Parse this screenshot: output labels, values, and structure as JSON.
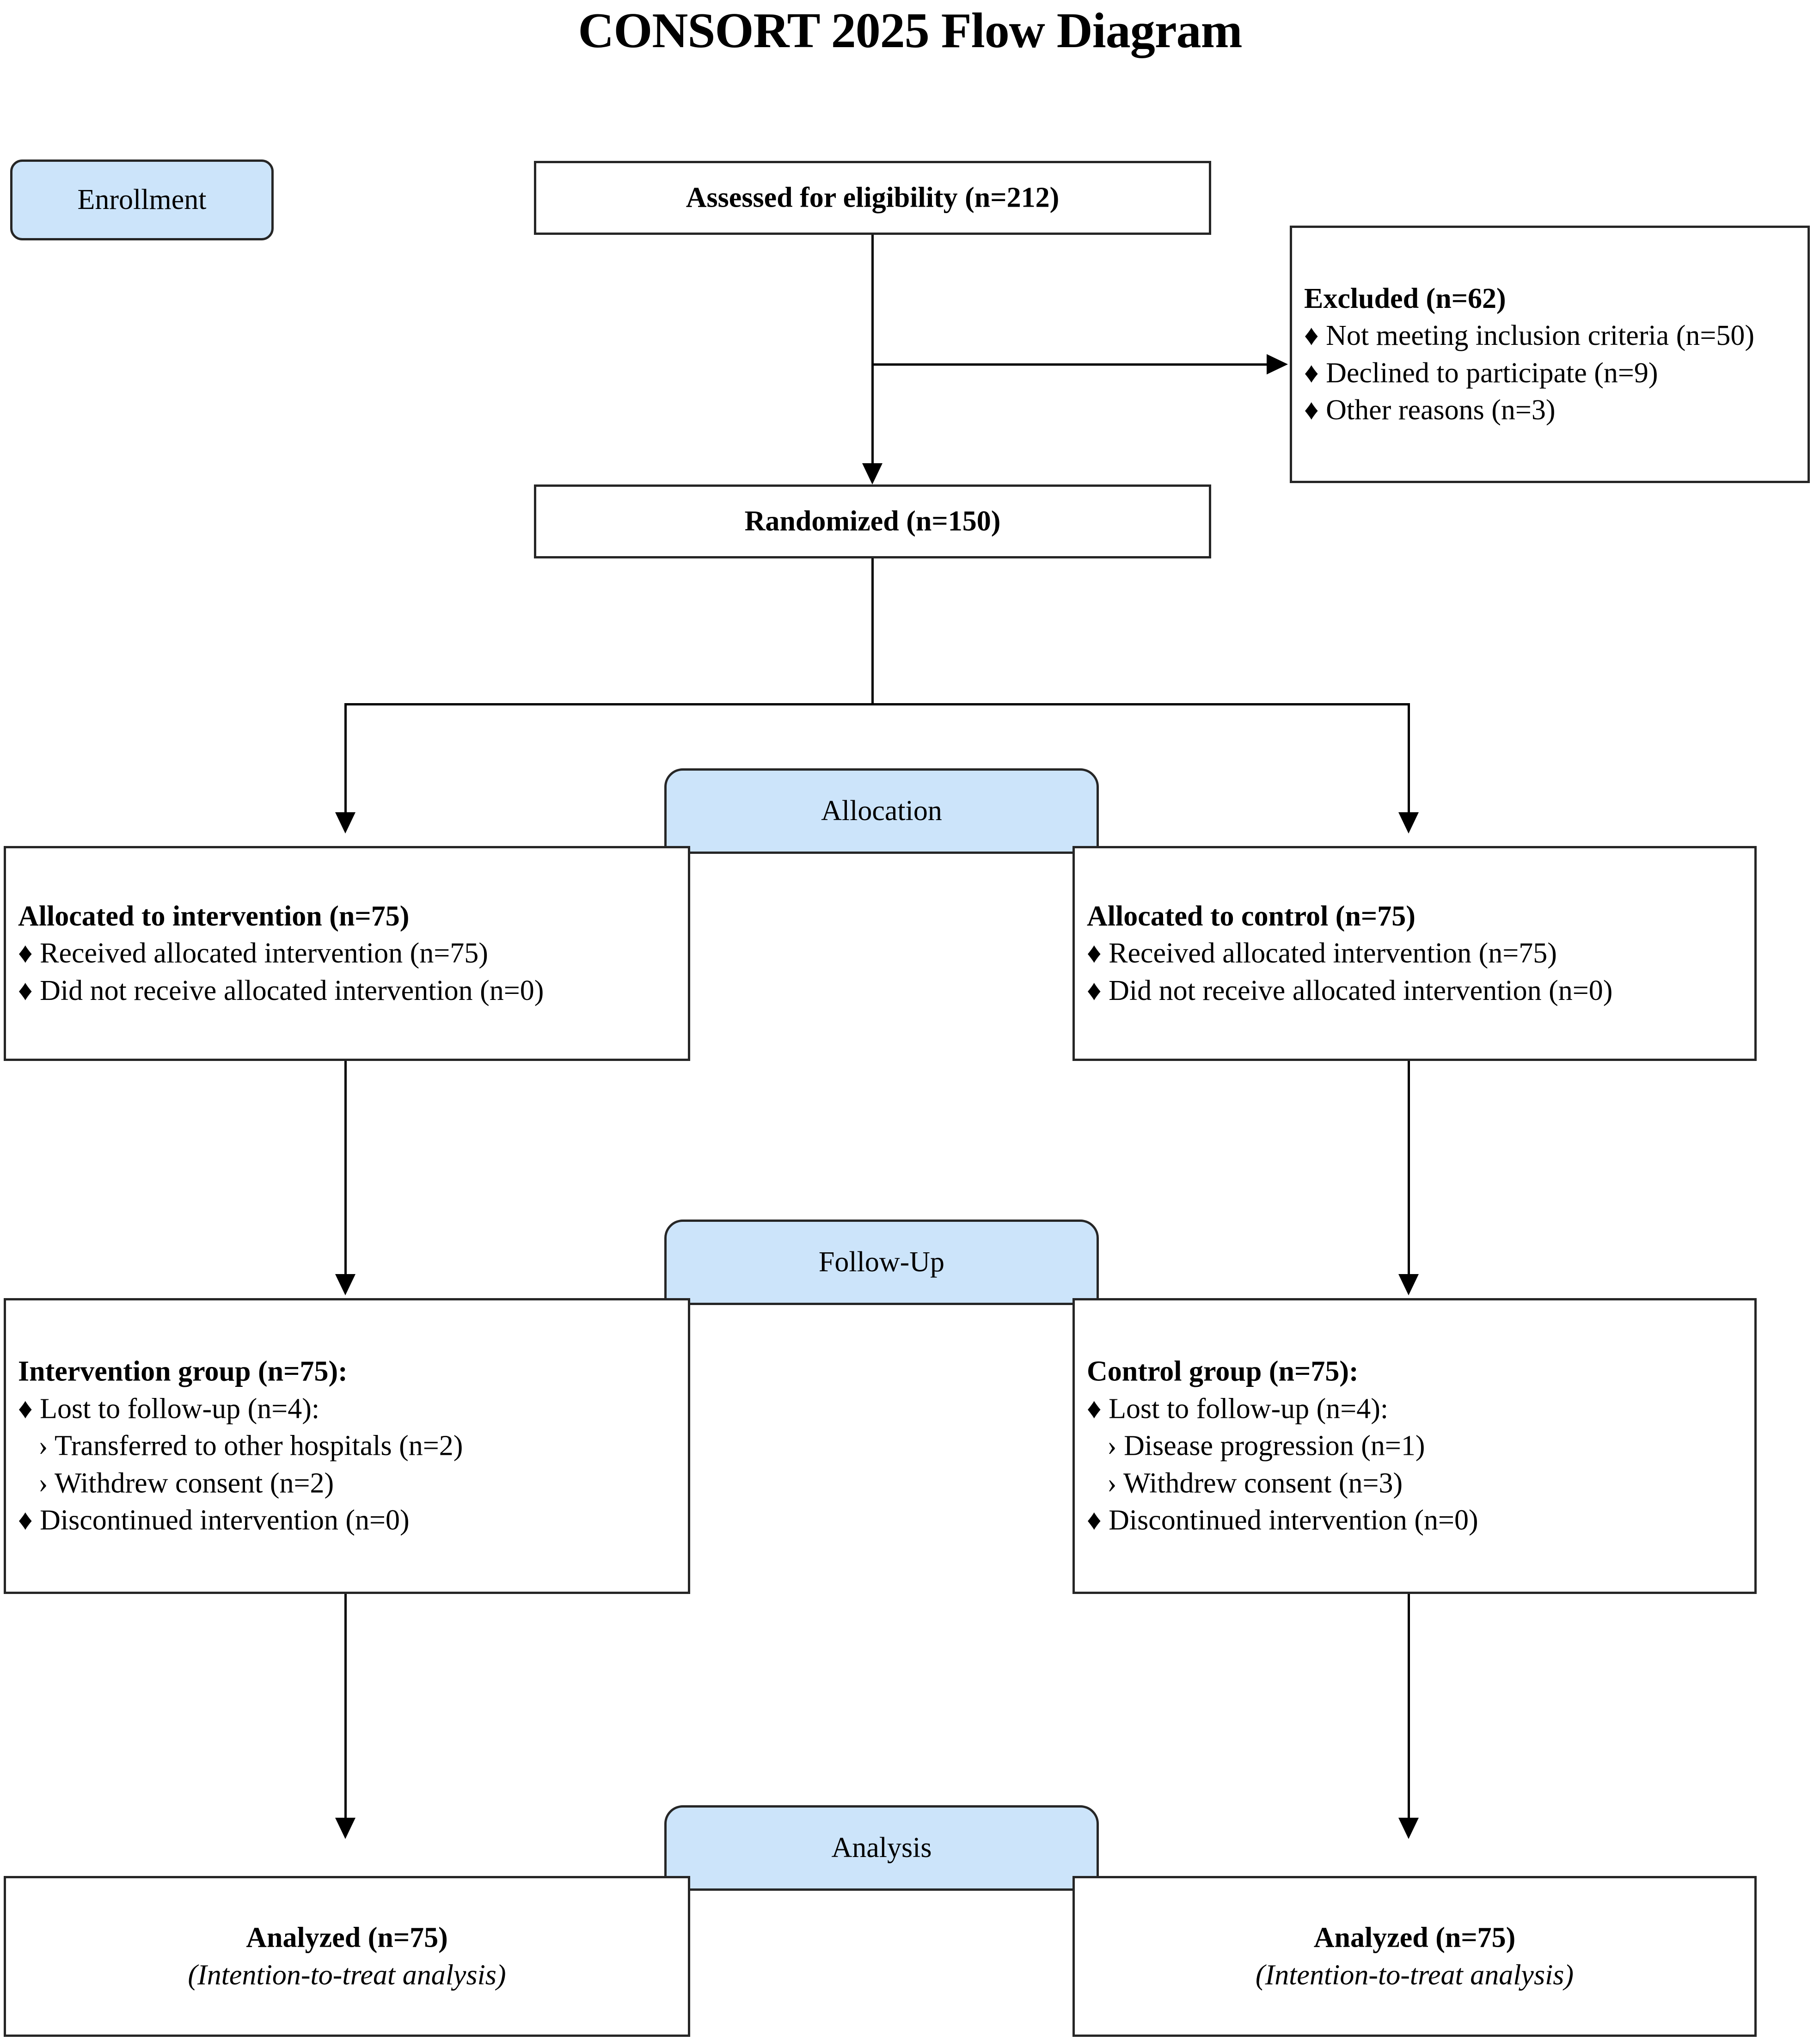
{
  "title": "CONSORT 2025 Flow Diagram",
  "stage_labels": {
    "enrollment": "Enrollment",
    "allocation": "Allocation",
    "followup": "Follow-Up",
    "analysis": "Analysis"
  },
  "glyphs": {
    "bullet": "♦",
    "subbullet": "›"
  },
  "enrollment": {
    "assessed": "Assessed for eligibility (n=212)",
    "randomized": "Randomized (n=150)",
    "excluded": {
      "header": "Excluded (n=62)",
      "items": [
        "Not meeting inclusion criteria (n=50)",
        "Declined to participate (n=9)",
        "Other reasons (n=3)"
      ]
    }
  },
  "allocation": {
    "left": {
      "header": "Allocated to intervention (n=75)",
      "items": [
        "Received allocated intervention (n=75)",
        "Did not receive allocated intervention (n=0)"
      ]
    },
    "right": {
      "header": "Allocated to control (n=75)",
      "items": [
        "Received allocated intervention (n=75)",
        "Did not receive allocated intervention (n=0)"
      ]
    }
  },
  "followup": {
    "left": {
      "header": "Intervention group (n=75):",
      "lost_label": "Lost to follow-up (n=4):",
      "lost_reasons": [
        "Transferred to other hospitals (n=2)",
        "Withdrew consent (n=2)"
      ],
      "discontinued": "Discontinued intervention (n=0)"
    },
    "right": {
      "header": "Control group (n=75):",
      "lost_label": "Lost to follow-up (n=4):",
      "lost_reasons": [
        "Disease progression (n=1)",
        "Withdrew consent (n=3)"
      ],
      "discontinued": "Discontinued intervention (n=0)"
    }
  },
  "analysis": {
    "left": {
      "header": "Analyzed (n=75)",
      "note": "(Intention-to-treat analysis)"
    },
    "right": {
      "header": "Analyzed (n=75)",
      "note": "(Intention-to-treat analysis)"
    }
  },
  "colors": {
    "stage_label_fill": "#cce4fa",
    "border": "#262626",
    "connector": "#000000",
    "page_background": "#ffffff"
  }
}
